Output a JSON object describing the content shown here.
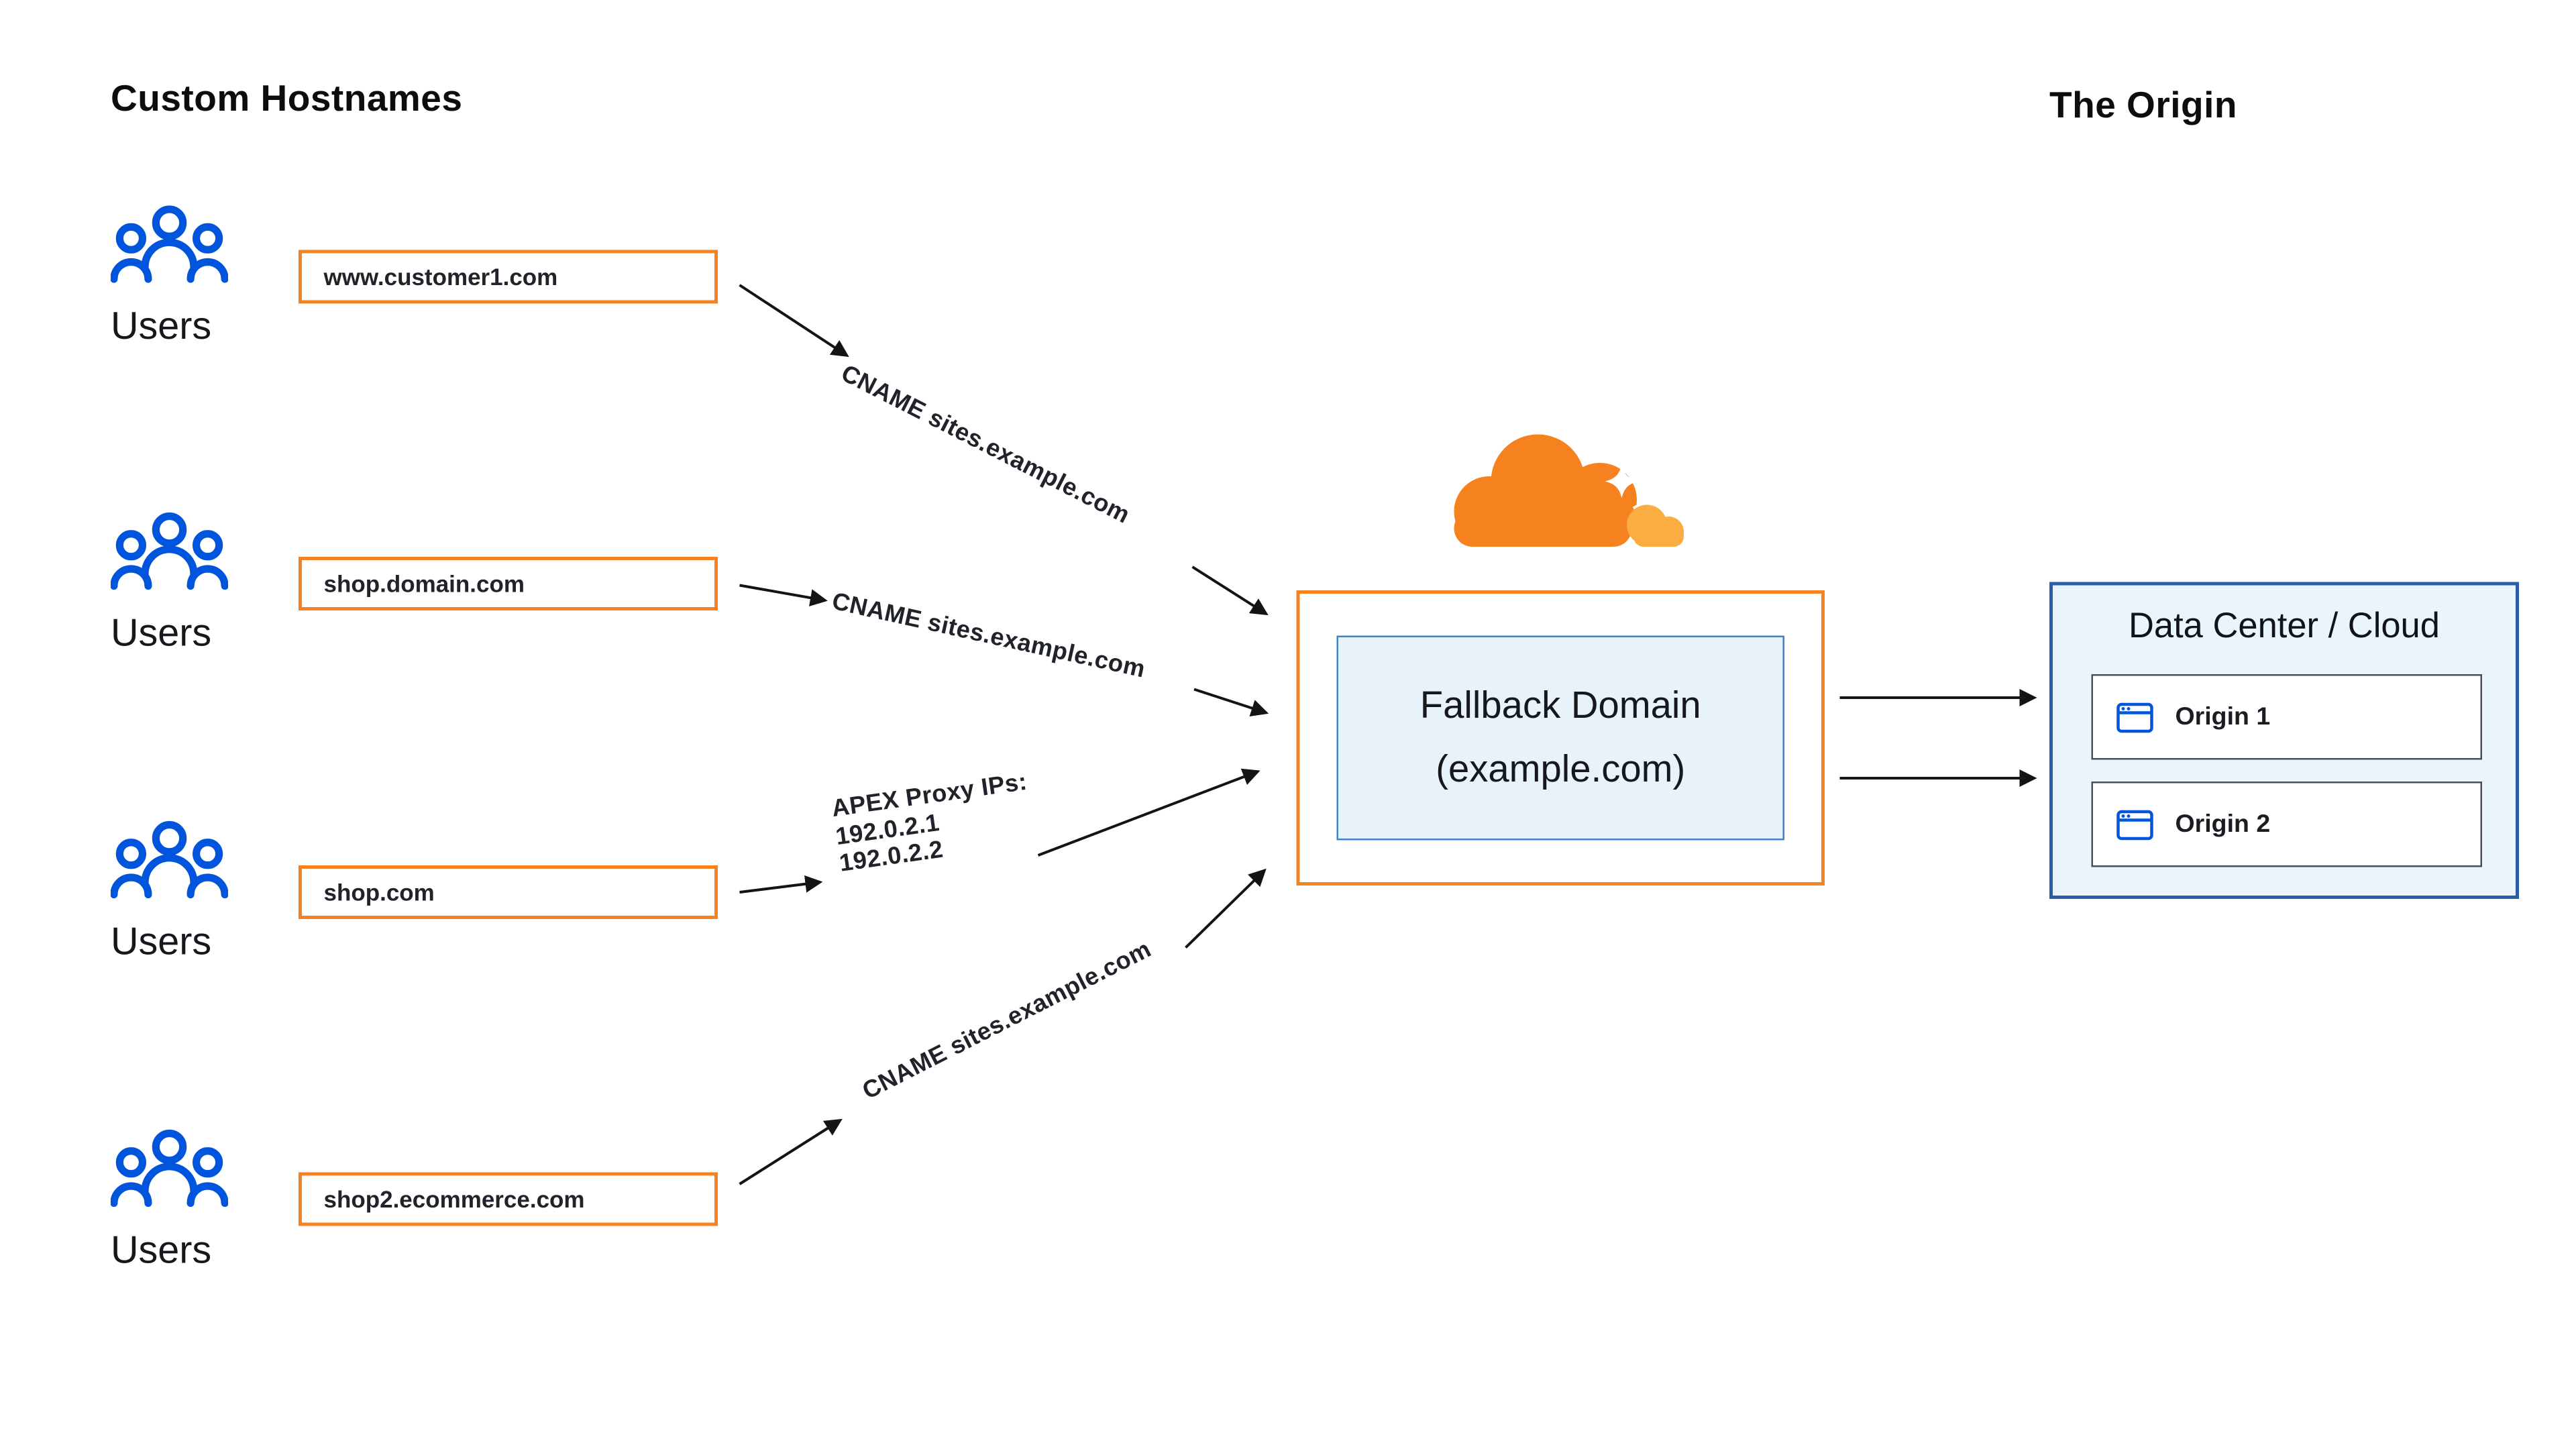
{
  "page": {
    "left_title": "Custom Hostnames",
    "right_title": "The Origin"
  },
  "users_label": "Users",
  "hostnames": {
    "h1": "www.customer1.com",
    "h2": "shop.domain.com",
    "h3": "shop.com",
    "h4": "shop2.ecommerce.com"
  },
  "edges": {
    "cname1": "CNAME sites.example.com",
    "cname2": "CNAME sites.example.com",
    "apex_line1": "APEX Proxy IPs:",
    "apex_line2": "192.0.2.1",
    "apex_line3": "192.0.2.2",
    "cname4": "CNAME sites.example.com"
  },
  "fallback": {
    "line1": "Fallback Domain",
    "line2": "(example.com)"
  },
  "origin": {
    "title": "Data Center / Cloud",
    "item1": "Origin 1",
    "item2": "Origin 2"
  },
  "icons": {
    "users": "users-group-icon",
    "cloud": "cloudflare-logo",
    "origin_item": "browser-window-icon"
  },
  "colors": {
    "orange": "#F6821F",
    "light_orange": "#FBAD41",
    "blue": "#0055DC",
    "navy_border": "#2A5DA8",
    "inner_blue_border": "#3D85C6",
    "light_blue_bg": "#E9F4FC",
    "inner_blue_bg": "#E7F2FB",
    "arrow": "#141414"
  }
}
